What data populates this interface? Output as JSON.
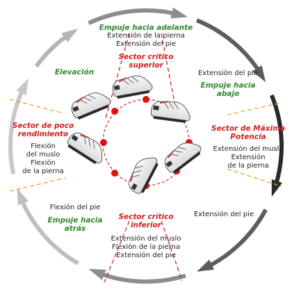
{
  "phases": {
    "push_forward": {
      "title": "Empuje hacia adelante",
      "lines": [
        "Extensión de la pierna",
        "Extensión del pie"
      ]
    },
    "sector_superior": {
      "lines": [
        "Sector crítico",
        "superior"
      ]
    },
    "elevation": {
      "title": "Elevación"
    },
    "push_down": {
      "above": "Extensión del pie",
      "lines": [
        "Empuje hacia",
        "abajo"
      ]
    },
    "sector_low": {
      "title_lines": [
        "Sector de poco",
        "rendimiento"
      ],
      "lines": [
        "Flexión",
        "del muslo",
        "Flexión",
        "de la pierna"
      ]
    },
    "sector_max": {
      "title_lines": [
        "Sector de Máxima",
        "Potencia"
      ],
      "lines": [
        "Extensión del muslo",
        "Extensión",
        "de la pierna"
      ]
    },
    "push_back": {
      "above": "Flexión del pie",
      "lines": [
        "Empuje hacia",
        "atrás"
      ]
    },
    "right_lower": {
      "text": "Extensión del pie"
    },
    "sector_inferior": {
      "title_lines": [
        "Sector crítico",
        "inferior"
      ],
      "lines": [
        "Extensión del muslo",
        "Flexión de la pierna",
        "Extensión del pie"
      ]
    }
  },
  "colors": {
    "green": "#2e8b2e",
    "red": "#d42020",
    "orange_dash": "#f0a020",
    "red_dot": "#e01010",
    "ring_dark": "#2a2a2a",
    "ring_light": "#c8c8c8"
  },
  "icons": [
    "cycling-shoe-icon",
    "arrow-ring-icon"
  ]
}
